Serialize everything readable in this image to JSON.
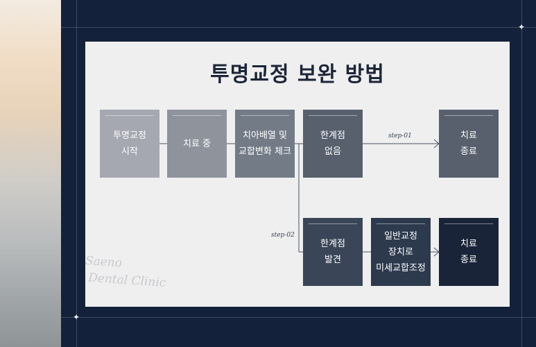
{
  "title": "투명교정 보완 방법",
  "boxes": {
    "start": "투명교정\n시작",
    "during": "치료 중",
    "check": "치아배열 및\n교합변화 체크",
    "no_limit": "한계점\n없음",
    "end_top": "치료\n종료",
    "limit_found": "한계점\n발견",
    "general": "일반교정\n장치로\n미세교합조정",
    "end_bottom": "치료\n종료"
  },
  "steps": {
    "step1": "step-01",
    "step2": "step-02"
  },
  "watermark": {
    "line1": "Saeno",
    "line2": "Dental Clinic"
  },
  "colors": {
    "frame": "#14213a",
    "panel": "#efefef",
    "title": "#1c2638",
    "dark_box": "#1a2438"
  }
}
